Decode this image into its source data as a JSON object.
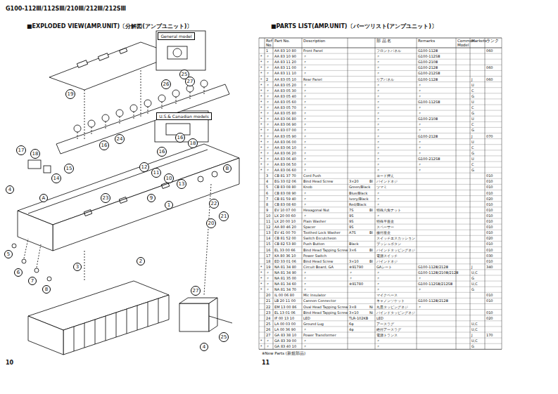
{
  "diagram": {
    "title": "■EXPLODED VIEW(AMP.UNIT)〔分解図(アンプユニット)〕",
    "nodes": [
      {
        "text": [
          "General model"
        ]
      },
      {
        "text": [
          "U.S.& Canadian models"
        ]
      },
      {
        "text": [
          "25"
        ]
      },
      {
        "text": [
          "26"
        ]
      },
      {
        "text": [
          "27"
        ]
      },
      {
        "text": [
          "19"
        ]
      },
      {
        "text": [
          "17"
        ]
      },
      {
        "text": [
          "18"
        ]
      },
      {
        "text": [
          "14"
        ]
      },
      {
        "text": [
          "15"
        ]
      },
      {
        "text": [
          "16"
        ]
      },
      {
        "text": [
          "24"
        ]
      },
      {
        "text": [
          "16"
        ]
      },
      {
        "text": [
          "18"
        ]
      },
      {
        "text": [
          "16"
        ]
      },
      {
        "text": [
          "12"
        ]
      },
      {
        "text": [
          "11"
        ]
      },
      {
        "text": [
          "10"
        ]
      },
      {
        "text": [
          "13"
        ]
      },
      {
        "text": [
          "9"
        ]
      },
      {
        "text": [
          "1"
        ]
      },
      {
        "text": [
          "23"
        ]
      },
      {
        "text": [
          "A"
        ]
      },
      {
        "text": [
          "B"
        ]
      },
      {
        "text": [
          "22"
        ]
      },
      {
        "text": [
          "20"
        ]
      },
      {
        "text": [
          "21"
        ]
      },
      {
        "text": [
          "4"
        ]
      },
      {
        "text": [
          "5"
        ]
      },
      {
        "text": [
          "6"
        ]
      },
      {
        "text": [
          "7"
        ]
      },
      {
        "text": [
          "8"
        ]
      },
      {
        "text": [
          "3"
        ]
      },
      {
        "text": [
          "2"
        ]
      },
      {
        "text": [
          "27"
        ]
      },
      {
        "text": [
          "25"
        ]
      },
      {
        "text": [
          "4"
        ]
      }
    ],
    "labels": [
      "G100-112Ⅲ/112SⅢ/210Ⅲ/212Ⅲ/212SⅢ",
      "■PARTS LIST(AMP.UNIT)〔パーツリスト(アンプユニット)〕",
      "10",
      "11",
      "※New Parts (新規部品)",
      "Ref No.",
      "Part No.",
      "Description",
      "部 品 名",
      "Remarks",
      "Common Model",
      "Markets",
      "ランク",
      "1",
      "AA 83 10 80",
      "Front Panel",
      "フロントパネル",
      "G100-112Ⅲ",
      "060",
      "*",
      "〃",
      "AA 83 10 90",
      "〃",
      "〃",
      "G100-112SⅢ",
      "*",
      "〃",
      "AA 83 11 20",
      "〃",
      "〃",
      "G100-210Ⅲ",
      "*",
      "〃",
      "AA 83 11 00",
      "〃",
      "〃",
      "G100-212Ⅲ",
      "060",
      "*",
      "〃",
      "AA 83 11 10",
      "〃",
      "〃",
      "G100-212SⅢ",
      "*",
      "2",
      "AA 83 05 10",
      "Rear Panel",
      "リアパネル",
      "G100-112Ⅲ",
      "J",
      "060",
      "*",
      "〃",
      "AA 83 05 20",
      "〃",
      "〃",
      "〃",
      "U",
      "*",
      "〃",
      "AA 83 05 30",
      "〃",
      "〃",
      "〃",
      "C",
      "*",
      "〃",
      "AA 83 05 40",
      "〃",
      "〃",
      "〃",
      "G",
      "*",
      "〃",
      "AA 83 05 60",
      "〃",
      "〃",
      "G100-112SⅢ",
      "U",
      "*",
      "〃",
      "AA 83 05 70",
      "〃",
      "〃",
      "〃",
      "C",
      "*",
      "〃",
      "AA 83 05 80",
      "〃",
      "〃",
      "〃",
      "G",
      "*",
      "〃",
      "AA 83 06 80",
      "〃",
      "〃",
      "G100-210Ⅲ",
      "U",
      "*",
      "〃",
      "AA 83 06 90",
      "〃",
      "〃",
      "〃",
      "C",
      "*",
      "〃",
      "AA 83 07 00",
      "〃",
      "〃",
      "〃",
      "G",
      "*",
      "〃",
      "AA 83 05 90",
      "〃",
      "〃",
      "G100-212Ⅲ",
      "J",
      "070",
      "*",
      "〃",
      "AA 83 06 00",
      "〃",
      "〃",
      "〃",
      "U",
      "*",
      "〃",
      "AA 83 06 10",
      "〃",
      "〃",
      "〃",
      "C",
      "*",
      "〃",
      "AA 83 06 20",
      "〃",
      "〃",
      "〃",
      "G",
      "*",
      "〃",
      "AA 83 06 40",
      "〃",
      "〃",
      "G100-212SⅢ",
      "U",
      "*",
      "〃",
      "AA 83 06 50",
      "〃",
      "〃",
      "〃",
      "C",
      "*",
      "〃",
      "AA 83 06 60",
      "〃",
      "〃",
      "〃",
      "G",
      "3",
      "CB 81 37 70",
      "Cord Push",
      "コード押え",
      "010",
      "4",
      "EG 33 02 06",
      "Bind Head Screw",
      "3×20",
      "Bl",
      "バインドネジ",
      "010",
      "5",
      "CB 83 08 80",
      "Knob",
      "Green/Black",
      "ツマミ",
      "010",
      "6",
      "CB 83 08 90",
      "〃",
      "Blue/Black",
      "〃",
      "010",
      "7",
      "CB 81 59 40",
      "〃",
      "Ivory/Black",
      "〃",
      "020",
      "8",
      "CB 83 08 60",
      "〃",
      "Red/Black",
      "〃",
      "010",
      "9",
      "EV 10 07 00",
      "Hexagonal Nut",
      "7S",
      "Bl",
      "特殊六角ナット",
      "010",
      "10",
      "LX 20 00 60",
      "〃",
      "9S",
      "〃",
      "010",
      "11",
      "LX 20 00 10",
      "Plain Washer",
      "9S",
      "特殊平座金",
      "010",
      "12",
      "AA 80 46 20",
      "Spacer",
      "9S",
      "スペーサー",
      "010",
      "13",
      "EV 41 00 70",
      "Toothed Lock Washer",
      "A7S",
      "Bl",
      "歯付座金",
      "010",
      "14",
      "CB 81 52 00",
      "Switch Escutcheon",
      "スイッチエスカッション",
      "020",
      "15",
      "CB 82 53 80",
      "Push Button",
      "Black",
      "プッシュボタン",
      "010",
      "16",
      "EL 33 00 66",
      "Bind Head Tapping Screw",
      "3×6",
      "Bl",
      "バインドタッピングネジ",
      "010",
      "17",
      "KA 80 36 10",
      "Power Switch",
      "電源スイッチ",
      "030",
      "18",
      "ED 33 01 06",
      "Bind Head Screw",
      "3×10",
      "Bl",
      "バインドネジ",
      "010",
      "*",
      "19",
      "NA 81 34 80",
      "Circuit Board, GA",
      "※91790",
      "GAシート",
      "G100-112Ⅲ/212Ⅲ",
      "J",
      "340",
      "*",
      "〃",
      "NA 81 34 90",
      "〃",
      "〃",
      "〃",
      "G100-112Ⅲ/210Ⅲ/212Ⅲ",
      "U,C",
      "*",
      "〃",
      "NA 81 35 00",
      "〃",
      "〃",
      "〃",
      "〃",
      "G",
      "*",
      "〃",
      "NA 81 34 60",
      "〃",
      "※91780",
      "〃",
      "G100-112SⅢ/212SⅢ",
      "U,C",
      "*",
      "〃",
      "NA 81 34 70",
      "〃",
      "〃",
      "〃",
      "G",
      "20",
      "IL 00 06 80",
      "Mic Insulator",
      "マイクベース",
      "010",
      "21",
      "LB 20 11 00",
      "Cannon Connector",
      "キャノンソケット",
      "G100-112Ⅲ/212Ⅲ",
      "010",
      "22",
      "EM 13 00 86",
      "Oval Head Tapping Screw",
      "3×8",
      "Ni",
      "丸皿タッピングネジ",
      "〃",
      "23",
      "EL 13 01 06",
      "Bind Head Tapping Screw",
      "3×10",
      "Ni",
      "バインドタッピングネジ",
      "010",
      "24",
      "IF 00 13 10",
      "LED",
      "TLR-102KB",
      "LED",
      "020",
      "25",
      "LA 00 03 00",
      "Ground Lug",
      "6φ",
      "アースラグ",
      "U,C",
      "26",
      "LA 00 36 90",
      "〃",
      "4φ",
      "絶付アースラグ",
      "U,C",
      "27",
      "GA 83 38 10",
      "Power Transformer",
      "電源トランス",
      "J",
      "170",
      "*",
      "〃",
      "GA 83 39 00",
      "〃",
      "〃",
      "U,C",
      "*",
      "〃",
      "GA 83 40 10",
      "〃",
      "〃",
      "G"
    ]
  }
}
